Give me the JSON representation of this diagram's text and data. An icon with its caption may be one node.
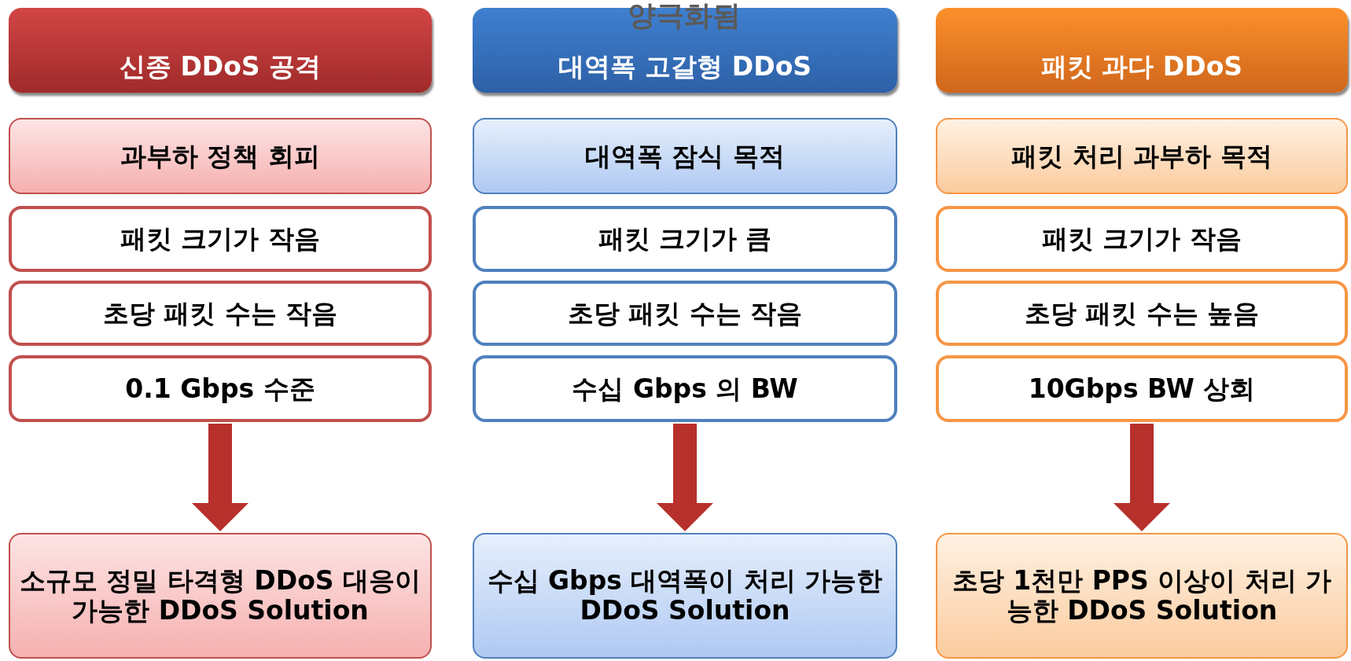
{
  "diagram": {
    "nodes": [
      {
        "text": [
          "신종 DDoS 공격"
        ]
      },
      {
        "text": [
          "대역폭 고갈형 DDoS"
        ]
      },
      {
        "text": [
          "패킷 과다 DDoS"
        ]
      },
      {
        "text": [
          "과부하 정책 회피"
        ]
      },
      {
        "text": [
          "대역폭 잠식 목적"
        ]
      },
      {
        "text": [
          "패킷 처리 과부하 목적"
        ]
      },
      {
        "text": [
          "패킷 크기가 작음"
        ]
      },
      {
        "text": [
          "패킷 크기가 큼"
        ]
      },
      {
        "text": [
          "패킷 크기가 작음"
        ]
      },
      {
        "text": [
          "초당 패킷 수는 작음"
        ]
      },
      {
        "text": [
          "초당 패킷 수는 작음"
        ]
      },
      {
        "text": [
          "초당 패킷 수는 높음"
        ]
      },
      {
        "text": [
          "0.1 Gbps 수준"
        ]
      },
      {
        "text": [
          "수십 Gbps 의 BW"
        ]
      },
      {
        "text": [
          "10Gbps BW 상회"
        ]
      },
      {
        "text": [
          "소규모 정밀 타격형 DDoS 대응이 가능한 DDoS Solution"
        ]
      },
      {
        "text": [
          "수십 Gbps 대역폭이 처리 가능한 DDoS Solution"
        ]
      },
      {
        "text": [
          "초당 1천만 PPS 이상이 처리 가능한 DDoS Solution"
        ]
      }
    ],
    "edges": [
      {
        "from": 12,
        "to": 15,
        "arrow": "to"
      },
      {
        "from": 13,
        "to": 16,
        "arrow": "to"
      },
      {
        "from": 14,
        "to": 17,
        "arrow": "to"
      }
    ],
    "labels": [
      "양극화됨"
    ]
  }
}
